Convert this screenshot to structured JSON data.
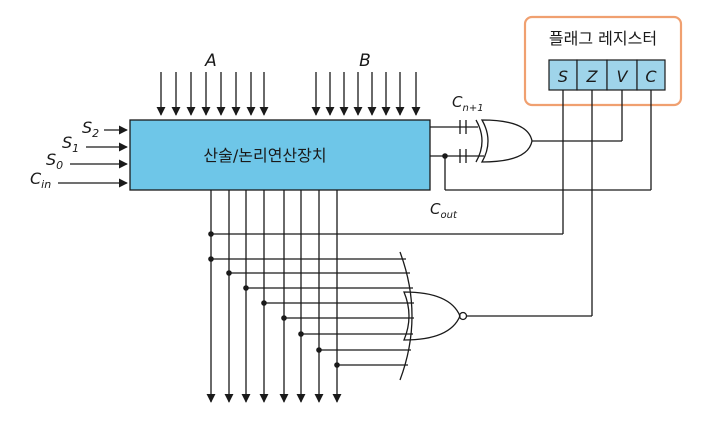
{
  "alu": {
    "label": "산술/논리연산장치"
  },
  "inputs": {
    "a": "A",
    "b": "B"
  },
  "selects": [
    {
      "base": "S",
      "sub": "2"
    },
    {
      "base": "S",
      "sub": "1"
    },
    {
      "base": "S",
      "sub": "0"
    },
    {
      "base": "C",
      "sub": "in"
    }
  ],
  "carry_in_label": {
    "base": "C",
    "sub": "n+1"
  },
  "carry_out_label": {
    "base": "C",
    "sub": "out"
  },
  "flag_register": {
    "title": "플래그 레지스터",
    "flags": [
      "S",
      "Z",
      "V",
      "C"
    ],
    "frame_color": "#f0a070",
    "cell_color": "#9fd4ea"
  },
  "alu_fill": "#6ec6e8"
}
